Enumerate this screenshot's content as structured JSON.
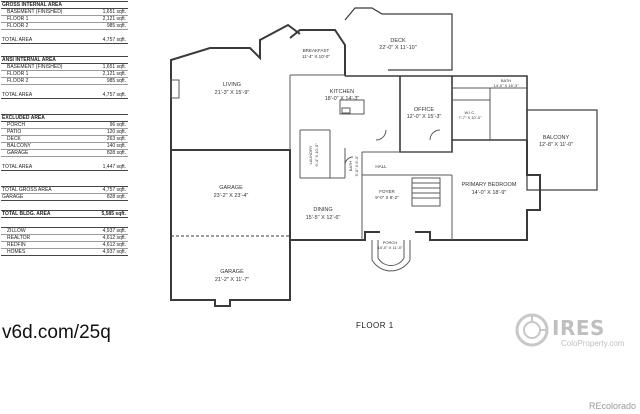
{
  "area_tables": [
    {
      "header": "GROSS INTERNAL AREA",
      "rows": [
        {
          "label": "BASEMENT (FINISHED)",
          "value": "1,651 sqft."
        },
        {
          "label": "FLOOR 1",
          "value": "2,121 sqft."
        },
        {
          "label": "FLOOR 2",
          "value": "985 sqft."
        }
      ],
      "total": {
        "label": "TOTAL AREA",
        "value": "4,757 sqft."
      }
    },
    {
      "header": "ANSI INTERNAL AREA",
      "rows": [
        {
          "label": "BASEMENT (FINISHED)",
          "value": "1,651 sqft."
        },
        {
          "label": "FLOOR 1",
          "value": "2,121 sqft."
        },
        {
          "label": "FLOOR 2",
          "value": "985 sqft."
        }
      ],
      "total": {
        "label": "TOTAL AREA",
        "value": "4,757 sqft."
      }
    },
    {
      "header": "EXCLUDED AREA",
      "rows": [
        {
          "label": "PORCH",
          "value": "96 sqft."
        },
        {
          "label": "PATIO",
          "value": "120 sqft."
        },
        {
          "label": "DECK",
          "value": "263 sqft."
        },
        {
          "label": "BALCONY",
          "value": "140 sqft."
        },
        {
          "label": "GARAGE",
          "value": "828 sqft."
        }
      ],
      "total": {
        "label": "TOTAL AREA",
        "value": "1,447 sqft."
      }
    }
  ],
  "summary": [
    {
      "label": "TOTAL GROSS AREA",
      "value": "4,757 sqft."
    },
    {
      "label": "GARAGE",
      "value": "828 sqft."
    }
  ],
  "bldg_total": {
    "label": "TOTAL BLDG. AREA",
    "value": "5,585 sqft."
  },
  "estimates": [
    {
      "label": "ZILLOW",
      "value": "4,937 sqft."
    },
    {
      "label": "REALTOR",
      "value": "4,612 sqft."
    },
    {
      "label": "REDFIN",
      "value": "4,612 sqft."
    },
    {
      "label": "HOMES",
      "value": "4,937 sqft."
    }
  ],
  "rooms": {
    "breakfast": {
      "name": "BREAKFAST",
      "dim": "11'-4\" X 10'-0\""
    },
    "deck": {
      "name": "DECK",
      "dim": "22'-0\" X 11'-10\""
    },
    "living": {
      "name": "LIVING",
      "dim": "21'-3\" X 15'-9\""
    },
    "kitchen": {
      "name": "KITCHEN",
      "dim": "18'-0\" X 14'-3\""
    },
    "office": {
      "name": "OFFICE",
      "dim": "12'-0\" X 15'-3\""
    },
    "bath": {
      "name": "BATH",
      "dim": "14'-0\" X 16'-3\""
    },
    "wic": {
      "name": "W.I.C.",
      "dim": "7'-7\" X 10'-0\""
    },
    "balcony": {
      "name": "BALCONY",
      "dim": "12'-8\" X 11'-0\""
    },
    "laundry": {
      "name": "LAUNDRY",
      "dim": "6'-4\" X 10'-0\""
    },
    "hall": {
      "name": "HALL"
    },
    "bath2": {
      "name": "BATH",
      "dim": "5'-0\" X 6'-0\""
    },
    "foyer": {
      "name": "FOYER",
      "dim": "9'-0\" X 8'-2\""
    },
    "primary": {
      "name": "PRIMARY BEDROOM",
      "dim": "14'-0\" X 18'-9\""
    },
    "garage1": {
      "name": "GARAGE",
      "dim": "23'-2\" X 23'-4\""
    },
    "dining": {
      "name": "DINING",
      "dim": "15'-5\" X 12'-6\""
    },
    "porch": {
      "name": "PORCH",
      "dim": "10'-0\" X 11'-0\""
    },
    "garage2": {
      "name": "GARAGE",
      "dim": "21'-2\" X 11'-7\""
    }
  },
  "short_url": "v6d.com/25q",
  "floor_label": "FLOOR 1",
  "ires": {
    "word": "IRES",
    "sub": "ColoProperty.com"
  },
  "recolorado": "REcolorado",
  "colors": {
    "wall": "#3a3a3a",
    "text": "#222222",
    "watermark": "#bfbfbf"
  }
}
